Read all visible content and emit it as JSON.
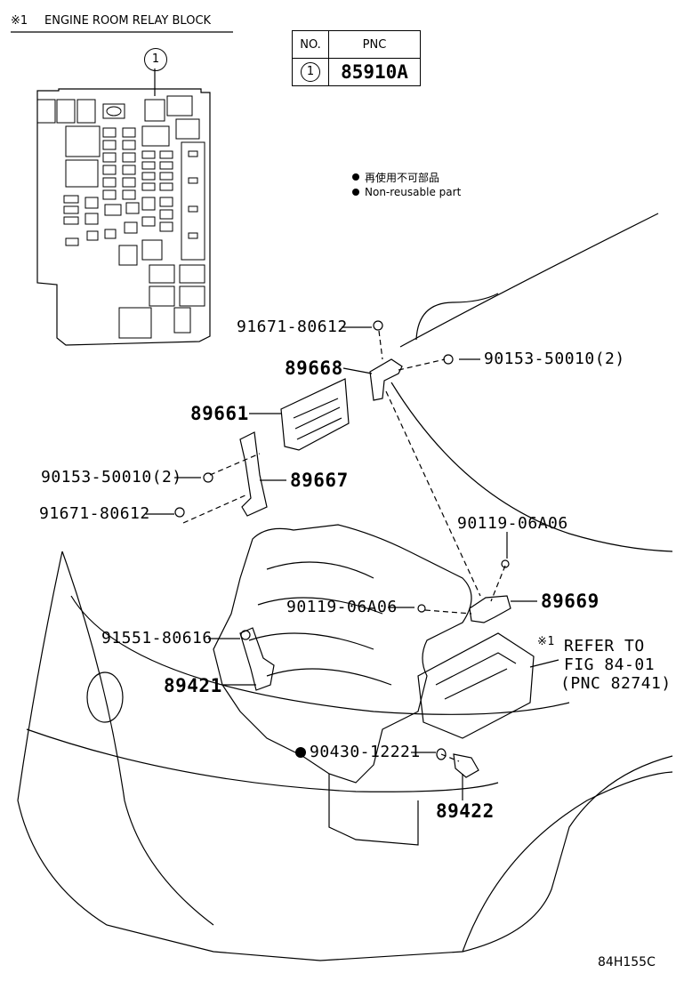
{
  "header": {
    "note_mark": "※1",
    "title": "ENGINE ROOM RELAY BLOCK",
    "callout_number": "1"
  },
  "pnc_table": {
    "col_no": "NO.",
    "col_pnc": "PNC",
    "row_no": "1",
    "row_pnc": "85910A"
  },
  "legend": {
    "jp": "再使用不可部品",
    "en": "Non-reusable part"
  },
  "parts": {
    "p91671_top": "91671-80612",
    "p90153_right": "90153-50010(2)",
    "p89668": "89668",
    "p89661": "89661",
    "p90153_left": "90153-50010(2)",
    "p89667": "89667",
    "p91671_left": "91671-80612",
    "p90119_right": "90119-06A06",
    "p89669": "89669",
    "p90119_mid": "90119-06A06",
    "p91551": "91551-80616",
    "p89421": "89421",
    "p90430": "90430-12221",
    "p89422": "89422"
  },
  "refer": {
    "mark": "※1",
    "line1": "REFER TO",
    "line2": "FIG 84-01",
    "line3": "(PNC 82741)"
  },
  "figure_code": "84H155C"
}
